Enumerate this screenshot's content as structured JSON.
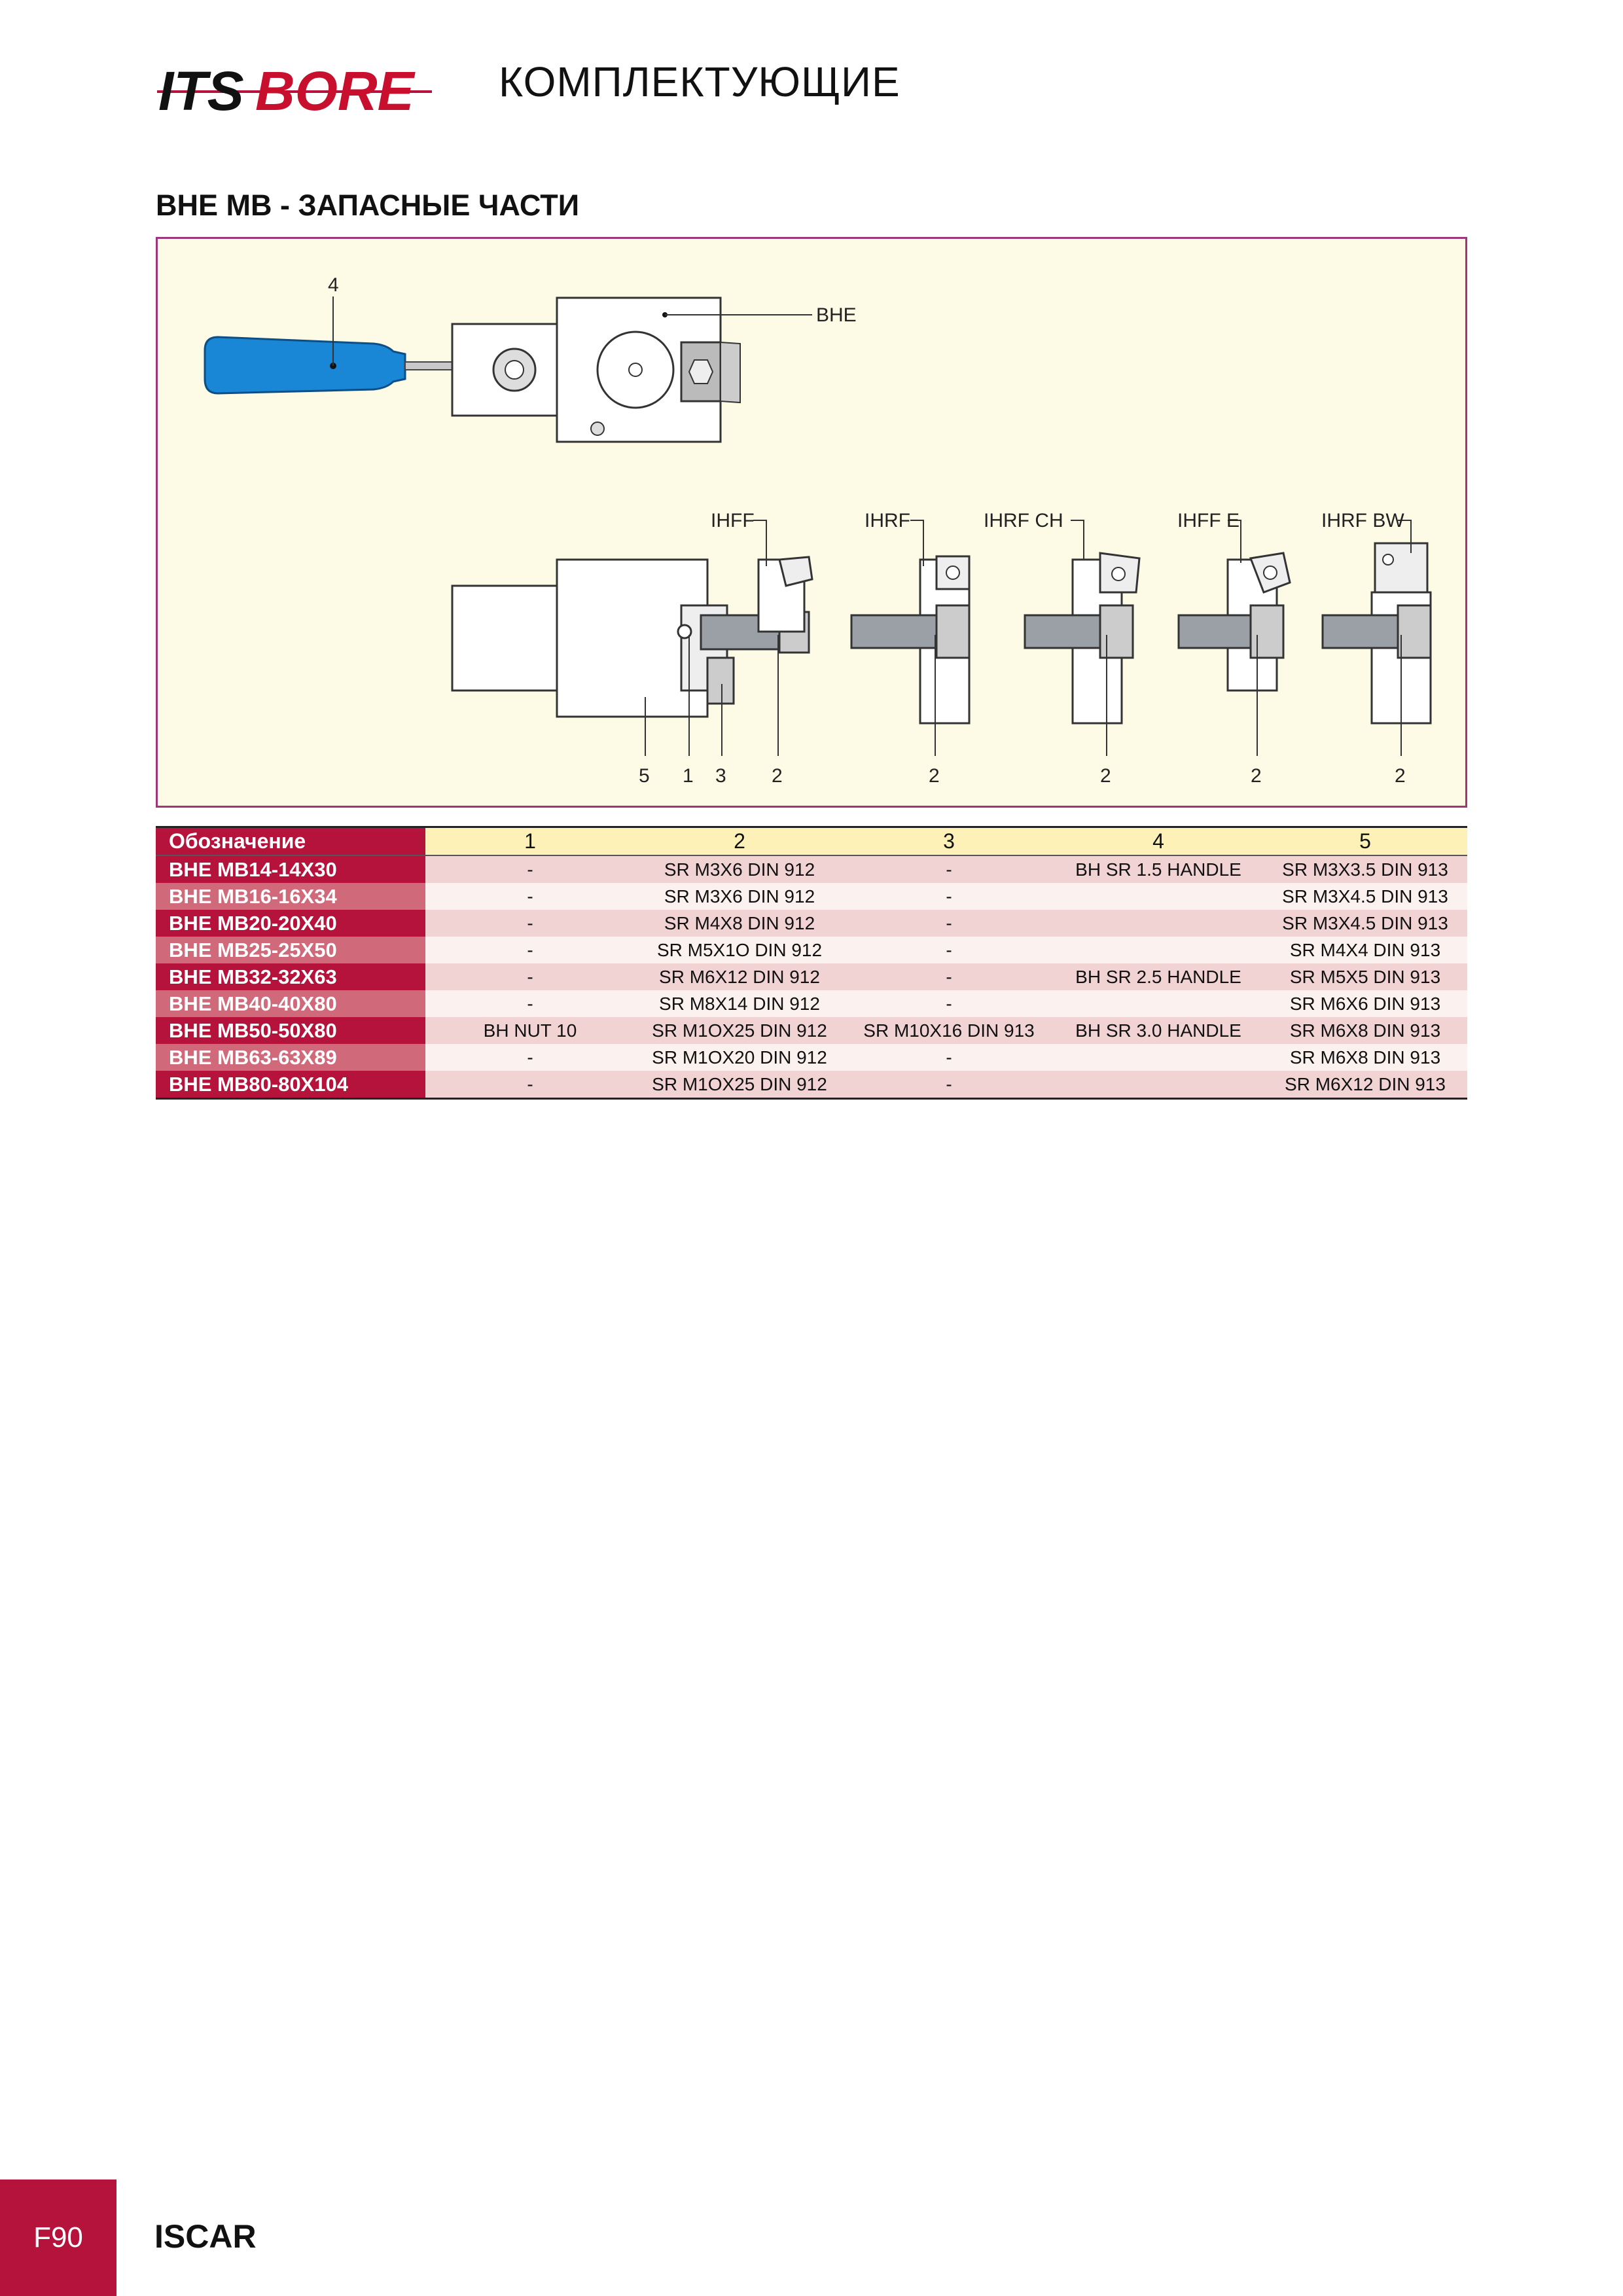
{
  "header": {
    "logo_its": "ITS",
    "logo_bore": "BORE",
    "title": "КОМПЛЕКТУЮЩИЕ"
  },
  "section": {
    "title": "BHE MB - ЗАПАСНЫЕ ЧАСТИ"
  },
  "diagram": {
    "callouts": {
      "screwdriver": "4",
      "body": "BHE",
      "heads": [
        "IHFF",
        "IHRF",
        "IHRF CH",
        "IHFF E",
        "IHRF BW"
      ],
      "bottom": [
        "5",
        "1",
        "3",
        "2",
        "2",
        "2",
        "2",
        "2"
      ]
    },
    "colors": {
      "handle": "#1a86d6",
      "steel": "#9aa0a6",
      "outline": "#333333"
    }
  },
  "table": {
    "header": [
      "Обозначение",
      "1",
      "2",
      "3",
      "4",
      "5"
    ],
    "rows": [
      [
        "BHE MB14-14X30",
        "-",
        "SR M3X6 DIN 912",
        "-",
        "BH SR 1.5 HANDLE",
        "SR M3X3.5 DIN 913"
      ],
      [
        "BHE MB16-16X34",
        "-",
        "SR M3X6 DIN 912",
        "-",
        "",
        "SR M3X4.5 DIN 913"
      ],
      [
        "BHE MB20-20X40",
        "-",
        "SR M4X8 DIN 912",
        "-",
        "",
        "SR M3X4.5 DIN 913"
      ],
      [
        "BHE MB25-25X50",
        "-",
        "SR M5X1O DIN 912",
        "-",
        "",
        "SR M4X4 DIN 913"
      ],
      [
        "BHE MB32-32X63",
        "-",
        "SR M6X12 DIN 912",
        "-",
        "BH SR 2.5 HANDLE",
        "SR M5X5 DIN 913"
      ],
      [
        "BHE MB40-40X80",
        "-",
        "SR M8X14 DIN 912",
        "-",
        "",
        "SR M6X6 DIN 913"
      ],
      [
        "BHE MB50-50X80",
        "BH NUT 10",
        "SR M1OX25 DIN 912",
        "SR M10X16 DIN 913",
        "BH SR 3.0 HANDLE",
        "SR M6X8 DIN 913"
      ],
      [
        "BHE MB63-63X89",
        "-",
        "SR M1OX20 DIN 912",
        "-",
        "",
        "SR M6X8 DIN 913"
      ],
      [
        "BHE MB80-80X104",
        "-",
        "SR M1OX25 DIN 912",
        "-",
        "",
        "SR M6X12 DIN 913"
      ]
    ]
  },
  "footer": {
    "page": "F90",
    "brand": "ISCAR"
  }
}
